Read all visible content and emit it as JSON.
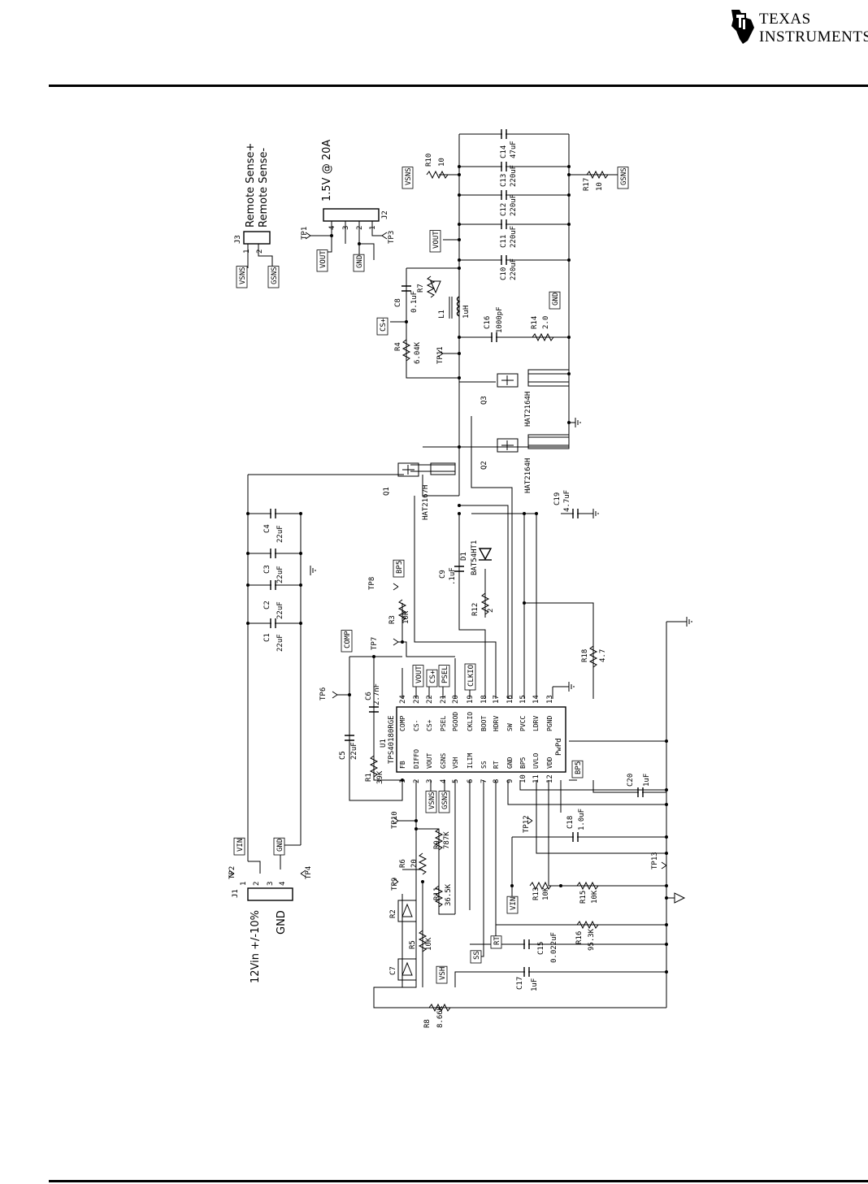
{
  "header": {
    "company_line1": "TEXAS",
    "company_line2": "INSTRUMENTS",
    "logo_icon": "ti-logo-icon"
  },
  "ic": {
    "ref": "U1",
    "part": "TPS40180RGE",
    "left_pins": [
      {
        "num": "24",
        "name": "COMP"
      },
      {
        "num": "23",
        "name": "CS-"
      },
      {
        "num": "22",
        "name": "CS+"
      },
      {
        "num": "21",
        "name": "PSEL"
      },
      {
        "num": "20",
        "name": "PGOOD"
      },
      {
        "num": "19",
        "name": "CKLIO"
      },
      {
        "num": "18",
        "name": "BOOT"
      },
      {
        "num": "17",
        "name": "HDRV"
      },
      {
        "num": "16",
        "name": "SW"
      },
      {
        "num": "15",
        "name": "PVCC"
      },
      {
        "num": "14",
        "name": "LDRV"
      },
      {
        "num": "13",
        "name": "PGND"
      }
    ],
    "right_pins": [
      {
        "num": "1",
        "name": "FB"
      },
      {
        "num": "2",
        "name": "DIFFO"
      },
      {
        "num": "3",
        "name": "VOUT"
      },
      {
        "num": "4",
        "name": "GSNS"
      },
      {
        "num": "5",
        "name": "VSH"
      },
      {
        "num": "6",
        "name": "ILIM"
      },
      {
        "num": "7",
        "name": "SS"
      },
      {
        "num": "8",
        "name": "RT"
      },
      {
        "num": "9",
        "name": "GND"
      },
      {
        "num": "10",
        "name": "BP5"
      },
      {
        "num": "11",
        "name": "UVLO"
      },
      {
        "num": "12",
        "name": "VDD"
      }
    ],
    "pad": "PwPd"
  },
  "connectors": {
    "j1": {
      "ref": "J1",
      "label1": "12Vin +/-10%",
      "label2": "GND",
      "pins": [
        "1",
        "2",
        "3",
        "4"
      ]
    },
    "j2": {
      "ref": "J2",
      "label": "1.5V @ 20A",
      "pins": [
        "4",
        "3",
        "2",
        "1"
      ]
    },
    "j3": {
      "ref": "J3",
      "label1": "Remote Sense+",
      "label2": "Remote Sense-",
      "pins": [
        "1",
        "2"
      ]
    }
  },
  "input_caps": [
    {
      "ref": "C1",
      "value": "22uF"
    },
    {
      "ref": "C2",
      "value": "22uF"
    },
    {
      "ref": "C3",
      "value": "22uF"
    },
    {
      "ref": "C4",
      "value": "22uF"
    }
  ],
  "output_caps": [
    {
      "ref": "C10",
      "value": "220uF"
    },
    {
      "ref": "C11",
      "value": "220uF"
    },
    {
      "ref": "C12",
      "value": "220uF"
    },
    {
      "ref": "C13",
      "value": "220uF"
    },
    {
      "ref": "C14",
      "value": "47uF"
    }
  ],
  "components": {
    "q1": {
      "ref": "Q1",
      "part": "HAT2167H"
    },
    "q2": {
      "ref": "Q2",
      "part": "HAT2164H"
    },
    "q3": {
      "ref": "Q3",
      "part": "HAT2164H"
    },
    "l1": {
      "ref": "L1",
      "value": "1uH"
    },
    "d1": {
      "ref": "D1",
      "part": "BAT54HT1"
    },
    "c5": {
      "ref": "C5",
      "value": "22uF"
    },
    "c6": {
      "ref": "C6",
      "value": "2.7nF"
    },
    "c7": {
      "ref": "C7"
    },
    "c8": {
      "ref": "C8",
      "value": "0.1uF"
    },
    "c9": {
      "ref": "C9",
      "value": ".1uF"
    },
    "c15": {
      "ref": "C15",
      "value": "0.022uF"
    },
    "c16": {
      "ref": "C16",
      "value": "1000pF"
    },
    "c17": {
      "ref": "C17",
      "value": "1uF"
    },
    "c18": {
      "ref": "C18",
      "value": "1.0uF"
    },
    "c19": {
      "ref": "C19",
      "value": "4.7uF"
    },
    "c20": {
      "ref": "C20",
      "value": "1uF"
    },
    "r1": {
      "ref": "R1",
      "value": "39K"
    },
    "r2": {
      "ref": "R2"
    },
    "r3": {
      "ref": "R3",
      "value": "10K"
    },
    "r4": {
      "ref": "R4",
      "value": "6.04K"
    },
    "r5": {
      "ref": "R5",
      "value": "10K"
    },
    "r6": {
      "ref": "R6",
      "value": "20"
    },
    "r7": {
      "ref": "R7"
    },
    "r8": {
      "ref": "R8",
      "value": "8.66K"
    },
    "r9": {
      "ref": "R9",
      "value": "787K"
    },
    "r10": {
      "ref": "R10",
      "value": "10"
    },
    "r11": {
      "ref": "R11",
      "value": "36.5K"
    },
    "r12": {
      "ref": "R12",
      "value": "2"
    },
    "r13": {
      "ref": "R13",
      "value": "10K"
    },
    "r14": {
      "ref": "R14",
      "value": "2.0"
    },
    "r15": {
      "ref": "R15",
      "value": "10K"
    },
    "r16": {
      "ref": "R16",
      "value": "95.3K"
    },
    "r17": {
      "ref": "R17",
      "value": "10"
    },
    "r18": {
      "ref": "R18",
      "value": "4.7"
    }
  },
  "test_points": [
    "TP1",
    "TP2",
    "TP3",
    "TP4",
    "TP6",
    "TP7",
    "TP8",
    "TP9",
    "TP10",
    "TP11",
    "TP12",
    "TP13"
  ],
  "net_labels": {
    "vsns": "VSNS",
    "gsns": "GSNS",
    "vout": "VOUT",
    "gnd": "GND",
    "vin": "VIN",
    "cs_plus": "CS+",
    "comp": "COMP",
    "bp5": "BP5",
    "clkio": "CLKIO",
    "psel": "PSEL",
    "rt": "RT",
    "ss": "SS",
    "vsh": "VSH"
  },
  "colors": {
    "ink": "#000000",
    "background": "#ffffff"
  }
}
